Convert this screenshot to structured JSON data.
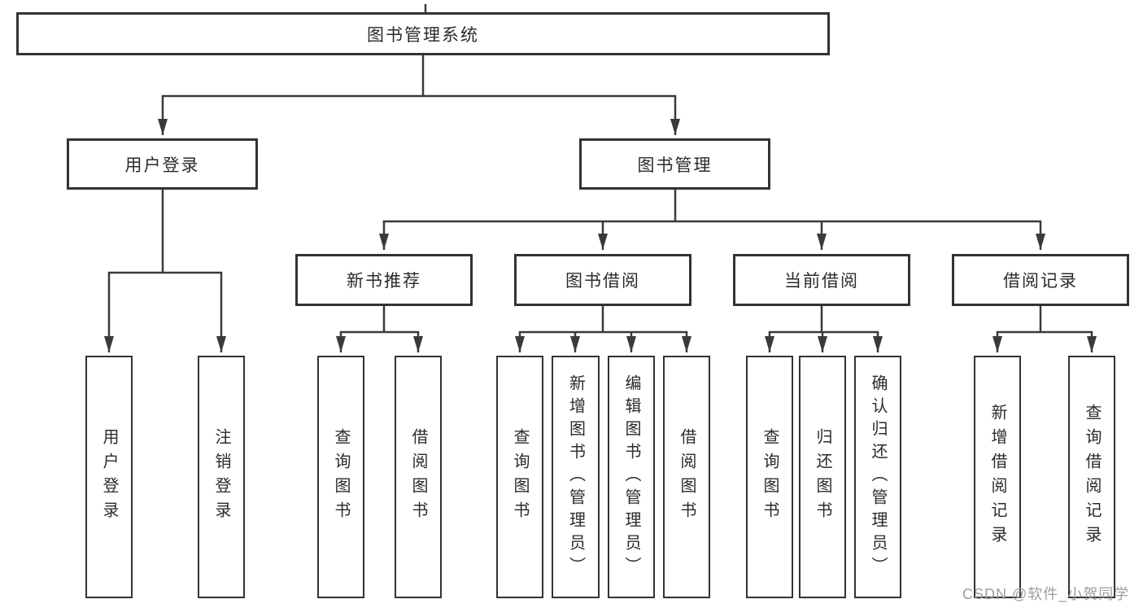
{
  "diagram": {
    "title": "图书管理系统",
    "nodes": {
      "root": "图书管理系统",
      "user_login": "用户登录",
      "book_mgmt": "图书管理",
      "new_book_rec": "新书推荐",
      "book_borrow": "图书借阅",
      "current_borrow": "当前借阅",
      "borrow_record": "借阅记录",
      "leaf_user_login": "用户登录",
      "leaf_logout": "注销登录",
      "leaf_query_book_rec": "查询图书",
      "leaf_borrow_book_rec": "借阅图书",
      "leaf_query_book_borrow": "查询图书",
      "leaf_add_book": "新增图书（管理员）",
      "leaf_edit_book": "编辑图书（管理员）",
      "leaf_borrow_book_borrow": "借阅图书",
      "leaf_query_book_current": "查询图书",
      "leaf_return_book": "归还图书",
      "leaf_confirm_return": "确认归还（管理员）",
      "leaf_add_borrow_record": "新增借阅记录",
      "leaf_query_borrow_record": "查询借阅记录"
    },
    "edges": [
      [
        "root",
        "user_login"
      ],
      [
        "root",
        "book_mgmt"
      ],
      [
        "user_login",
        "leaf_user_login"
      ],
      [
        "user_login",
        "leaf_logout"
      ],
      [
        "book_mgmt",
        "new_book_rec"
      ],
      [
        "book_mgmt",
        "book_borrow"
      ],
      [
        "book_mgmt",
        "current_borrow"
      ],
      [
        "book_mgmt",
        "borrow_record"
      ],
      [
        "new_book_rec",
        "leaf_query_book_rec"
      ],
      [
        "new_book_rec",
        "leaf_borrow_book_rec"
      ],
      [
        "book_borrow",
        "leaf_query_book_borrow"
      ],
      [
        "book_borrow",
        "leaf_add_book"
      ],
      [
        "book_borrow",
        "leaf_edit_book"
      ],
      [
        "book_borrow",
        "leaf_borrow_book_borrow"
      ],
      [
        "current_borrow",
        "leaf_query_book_current"
      ],
      [
        "current_borrow",
        "leaf_return_book"
      ],
      [
        "current_borrow",
        "leaf_confirm_return"
      ],
      [
        "borrow_record",
        "leaf_add_borrow_record"
      ],
      [
        "borrow_record",
        "leaf_query_borrow_record"
      ]
    ],
    "colors": {
      "box_border": "#333333",
      "connector_line": "#3a3a3a",
      "text": "#2b2b2b",
      "background": "#ffffff",
      "watermark": "#9e9e9e"
    }
  },
  "watermark": {
    "text": "CSDN @软件_小贺同学"
  }
}
